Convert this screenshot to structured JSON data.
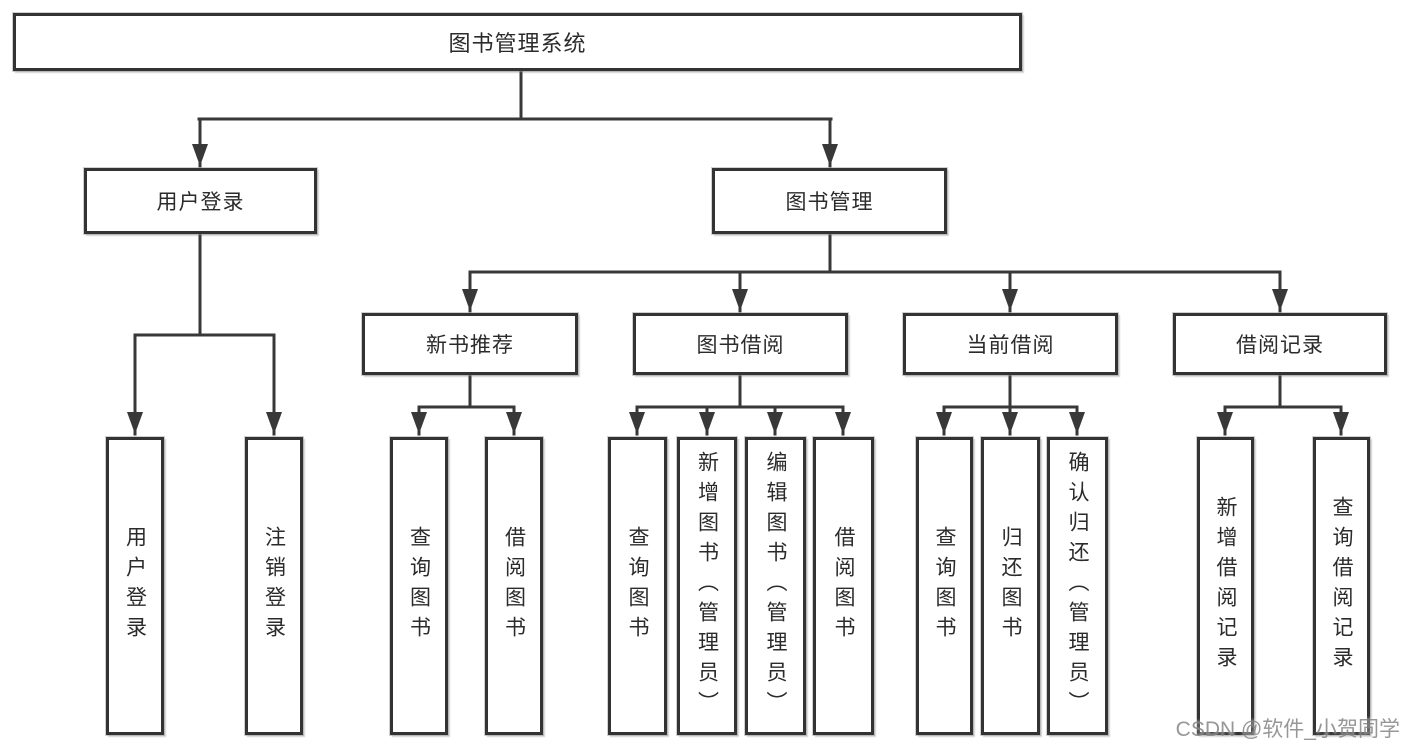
{
  "diagram": {
    "watermark": "CSDN @软件_小贺同学",
    "colors": {
      "line": "#383838",
      "box_border": "#333333",
      "text": "#2b2b2b",
      "watermark": "#7d7d7d",
      "background": "#ffffff"
    },
    "nodes": {
      "root": "图书管理系统",
      "user_login": "用户登录",
      "book_management": "图书管理",
      "new_book_recommend": "新书推荐",
      "book_borrowing": "图书借阅",
      "current_borrowing": "当前借阅",
      "borrowing_records": "借阅记录",
      "user_login_leaf": "用户登录",
      "logout_leaf": "注销登录",
      "query_books_recommend": "查询图书",
      "borrow_books_recommend": "借阅图书",
      "query_books_borrowing": "查询图书",
      "add_books_admin": "新增图书（管理员）",
      "edit_books_admin": "编辑图书（管理员）",
      "borrow_books_borrowing": "借阅图书",
      "query_books_current": "查询图书",
      "return_books": "归还图书",
      "confirm_return_admin": "确认归还（管理员）",
      "add_borrow_record": "新增借阅记录",
      "query_borrow_record": "查询借阅记录"
    },
    "hierarchy": {
      "root": [
        "user_login",
        "book_management"
      ],
      "user_login": [
        "user_login_leaf",
        "logout_leaf"
      ],
      "book_management": [
        "new_book_recommend",
        "book_borrowing",
        "current_borrowing",
        "borrowing_records"
      ],
      "new_book_recommend": [
        "query_books_recommend",
        "borrow_books_recommend"
      ],
      "book_borrowing": [
        "query_books_borrowing",
        "add_books_admin",
        "edit_books_admin",
        "borrow_books_borrowing"
      ],
      "current_borrowing": [
        "query_books_current",
        "return_books",
        "confirm_return_admin"
      ],
      "borrowing_records": [
        "add_borrow_record",
        "query_borrow_record"
      ]
    }
  }
}
